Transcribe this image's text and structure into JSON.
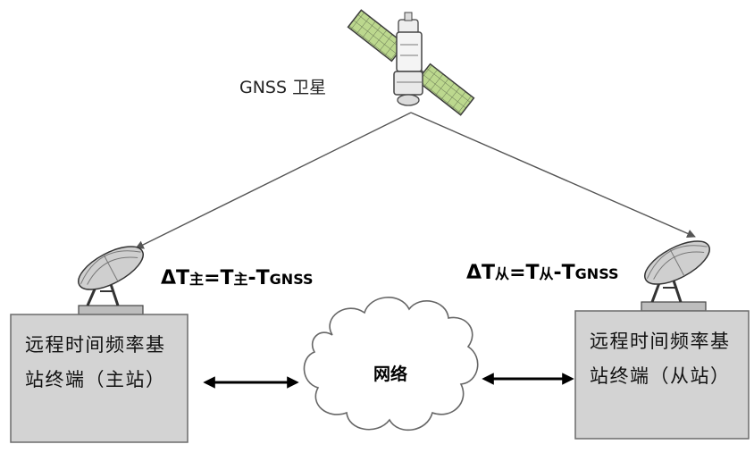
{
  "satellite": {
    "label": "GNSS 卫星"
  },
  "master": {
    "line1": "远程时间频率基",
    "line2": "站终端（主站）",
    "formula": {
      "delta": "ΔT",
      "sub1": "主",
      "eq": "=T",
      "sub2": "主",
      "minus": "-T",
      "sub3": "GNSS"
    }
  },
  "slave": {
    "line1": "远程时间频率基",
    "line2": "站终端（从站）",
    "formula": {
      "delta": "ΔT",
      "sub1": "从",
      "eq": "=T",
      "sub2": "从",
      "minus": "-T",
      "sub3": "GNSS"
    }
  },
  "network": {
    "label": "网络"
  },
  "colors": {
    "box_fill": "#d3d3d3",
    "box_stroke": "#6b6b6b",
    "line": "#555555",
    "panel": "#b9d98a",
    "panel_stroke": "#3d3d3d"
  }
}
